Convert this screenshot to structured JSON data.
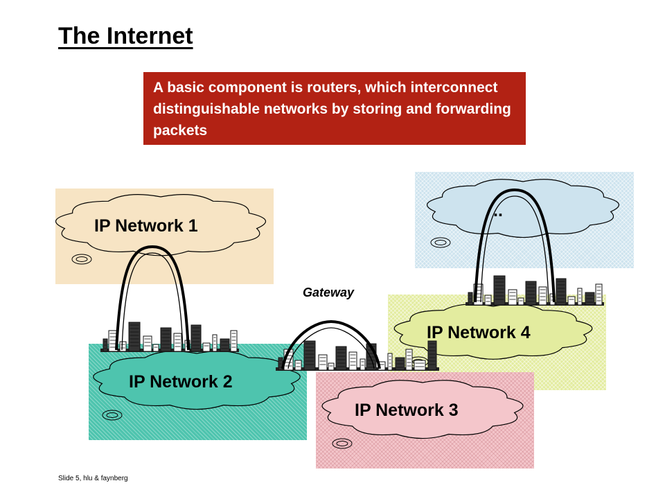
{
  "slide": {
    "title": "The Internet",
    "callout": "A basic component is routers, which interconnect distinguishable networks by storing and forwarding packets",
    "footer": "Slide 5, hlu & faynberg"
  },
  "diagram": {
    "networks": [
      {
        "label": "IP Network 1",
        "color": "#f7e4c4"
      },
      {
        "label": "IP Network 2",
        "color": "#4ec4ae"
      },
      {
        "label": "IP Network 3",
        "color": "#f4c6cb"
      },
      {
        "label": "IP Network 4",
        "color": "#e3ec9f"
      },
      {
        "label": "..",
        "color": "#cde3ee"
      }
    ],
    "gateway_label": "Gateway",
    "callout_color": "#b22214"
  }
}
